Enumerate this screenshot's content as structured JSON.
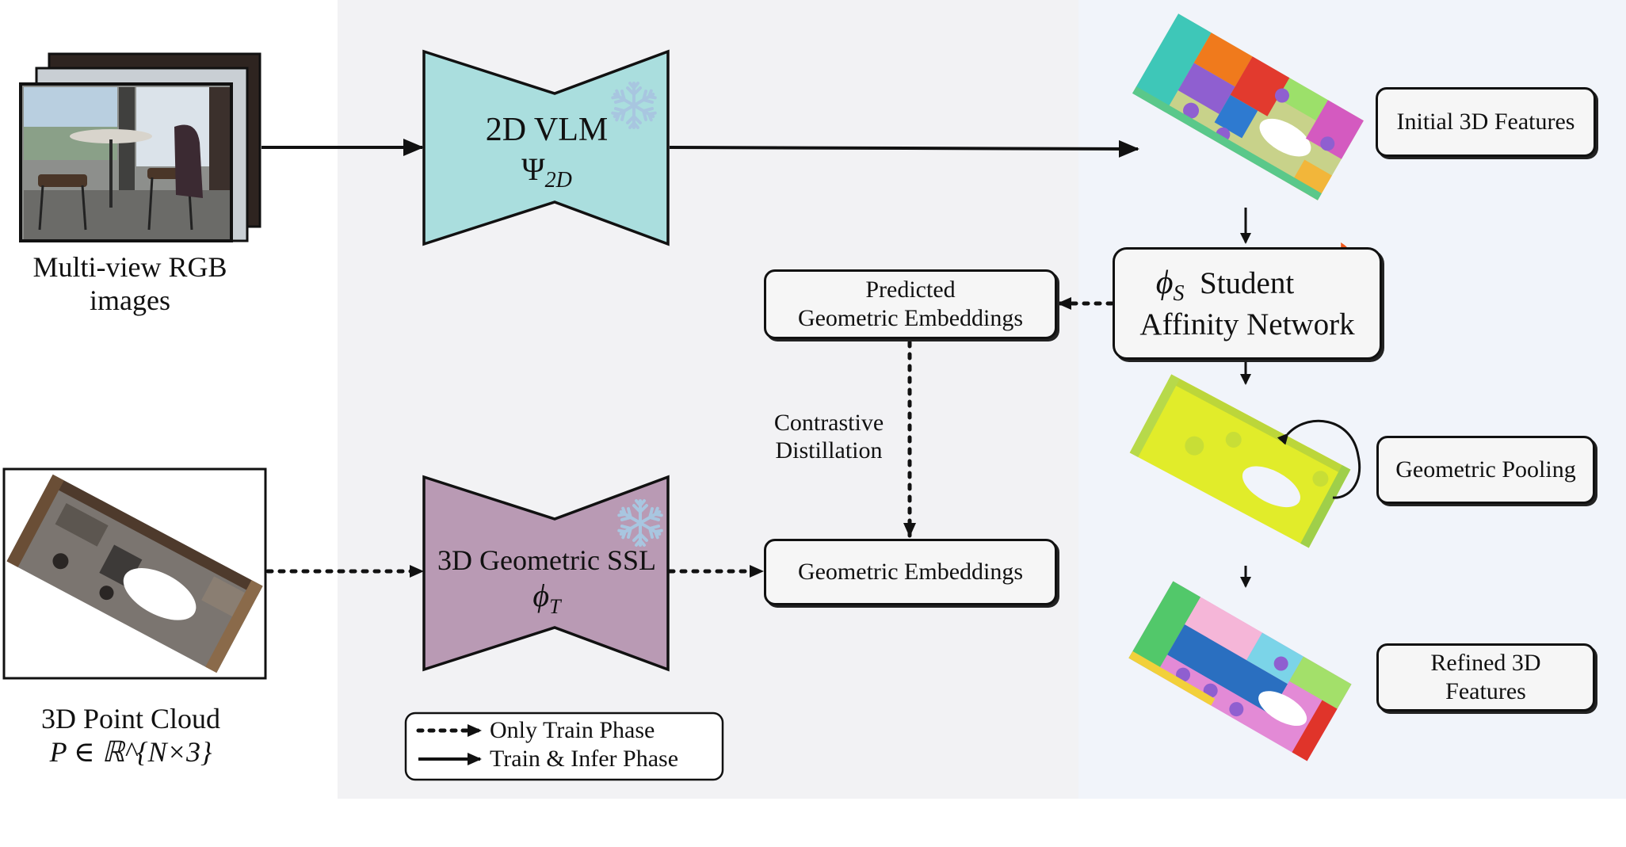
{
  "inputs": {
    "rgb_label_line1": "Multi-view RGB",
    "rgb_label_line2": "images",
    "pc_label": "3D Point Cloud",
    "pc_formula": "P ∈ ℝ^{N×3}"
  },
  "vlm": {
    "title": "2D VLM",
    "symbol": "Ψ",
    "subscript": "2D"
  },
  "ssl": {
    "title": "3D Geometric SSL",
    "symbol": "ϕ",
    "subscript": "T"
  },
  "boxes": {
    "predicted_line1": "Predicted",
    "predicted_line2": "Geometric Embeddings",
    "geometric_embeddings": "Geometric Embeddings",
    "contrastive_line1": "Contrastive",
    "contrastive_line2": "Distillation",
    "student_symbol": "ϕ",
    "student_subscript": "S",
    "student_line1": "Student",
    "student_line2": "Affinity Network",
    "initial_features": "Initial 3D Features",
    "geometric_pooling": "Geometric Pooling",
    "refined_line1": "Refined 3D",
    "refined_line2": "Features"
  },
  "legend": {
    "dotted_label": "Only Train Phase",
    "solid_label": "Train & Infer Phase"
  },
  "colors": {
    "panel_middle": "#f2f2f4",
    "panel_right": "#f1f4fa",
    "vlm_fill": "#aadede",
    "ssl_fill": "#b99ab4",
    "pooled_cloud": "#e1ec2a",
    "fire": "#f05a1e",
    "snowflake": "#a8c6e0"
  },
  "icons": {
    "frozen": "snowflake-icon",
    "trainable": "fire-icon",
    "loop": "loop-arrow-icon"
  }
}
